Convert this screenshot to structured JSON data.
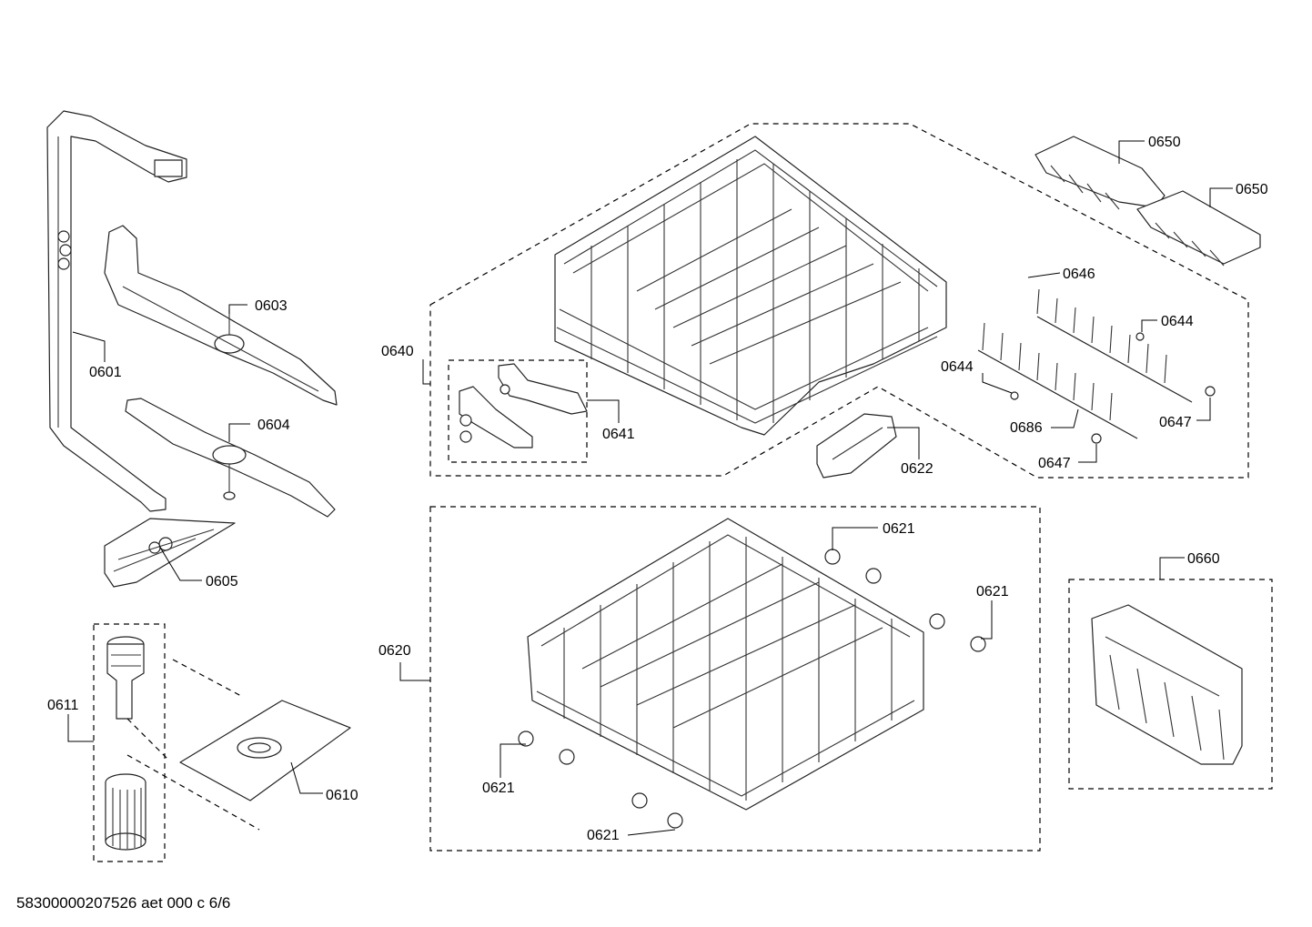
{
  "footer": "58300000207526 aet 000 c 6/6",
  "labels": {
    "p0601": "0601",
    "p0603": "0603",
    "p0604": "0604",
    "p0605": "0605",
    "p0610": "0610",
    "p0611": "0611",
    "p0620": "0620",
    "p0621a": "0621",
    "p0621b": "0621",
    "p0621c": "0621",
    "p0621d": "0621",
    "p0622": "0622",
    "p0640": "0640",
    "p0641": "0641",
    "p0644a": "0644",
    "p0644b": "0644",
    "p0646": "0646",
    "p0647a": "0647",
    "p0647b": "0647",
    "p0650a": "0650",
    "p0650b": "0650",
    "p0660": "0660",
    "p0686": "0686"
  }
}
